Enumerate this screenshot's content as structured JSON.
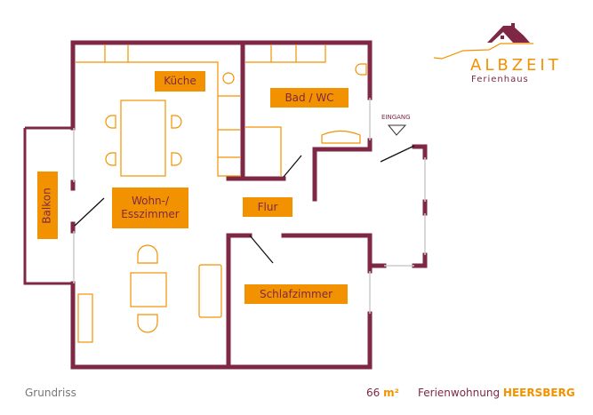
{
  "logo": {
    "name": "ALBZEIT",
    "tagline": "Ferienhaus"
  },
  "rooms": {
    "kitchen": "Küche",
    "bath": "Bad / WC",
    "living": "Wohn-/\nEsszimmer",
    "hall": "Flur",
    "bedroom": "Schlafzimmer",
    "balcony": "Balkon"
  },
  "entrance": "EINGANG",
  "footer": {
    "caption": "Grundriss",
    "area_num": "66",
    "area_unit": "m²",
    "apartment_prefix": "Ferienwohnung",
    "apartment_name": "HEERSBERG"
  },
  "colors": {
    "wall": "#7f2846",
    "accent": "#f39200"
  }
}
